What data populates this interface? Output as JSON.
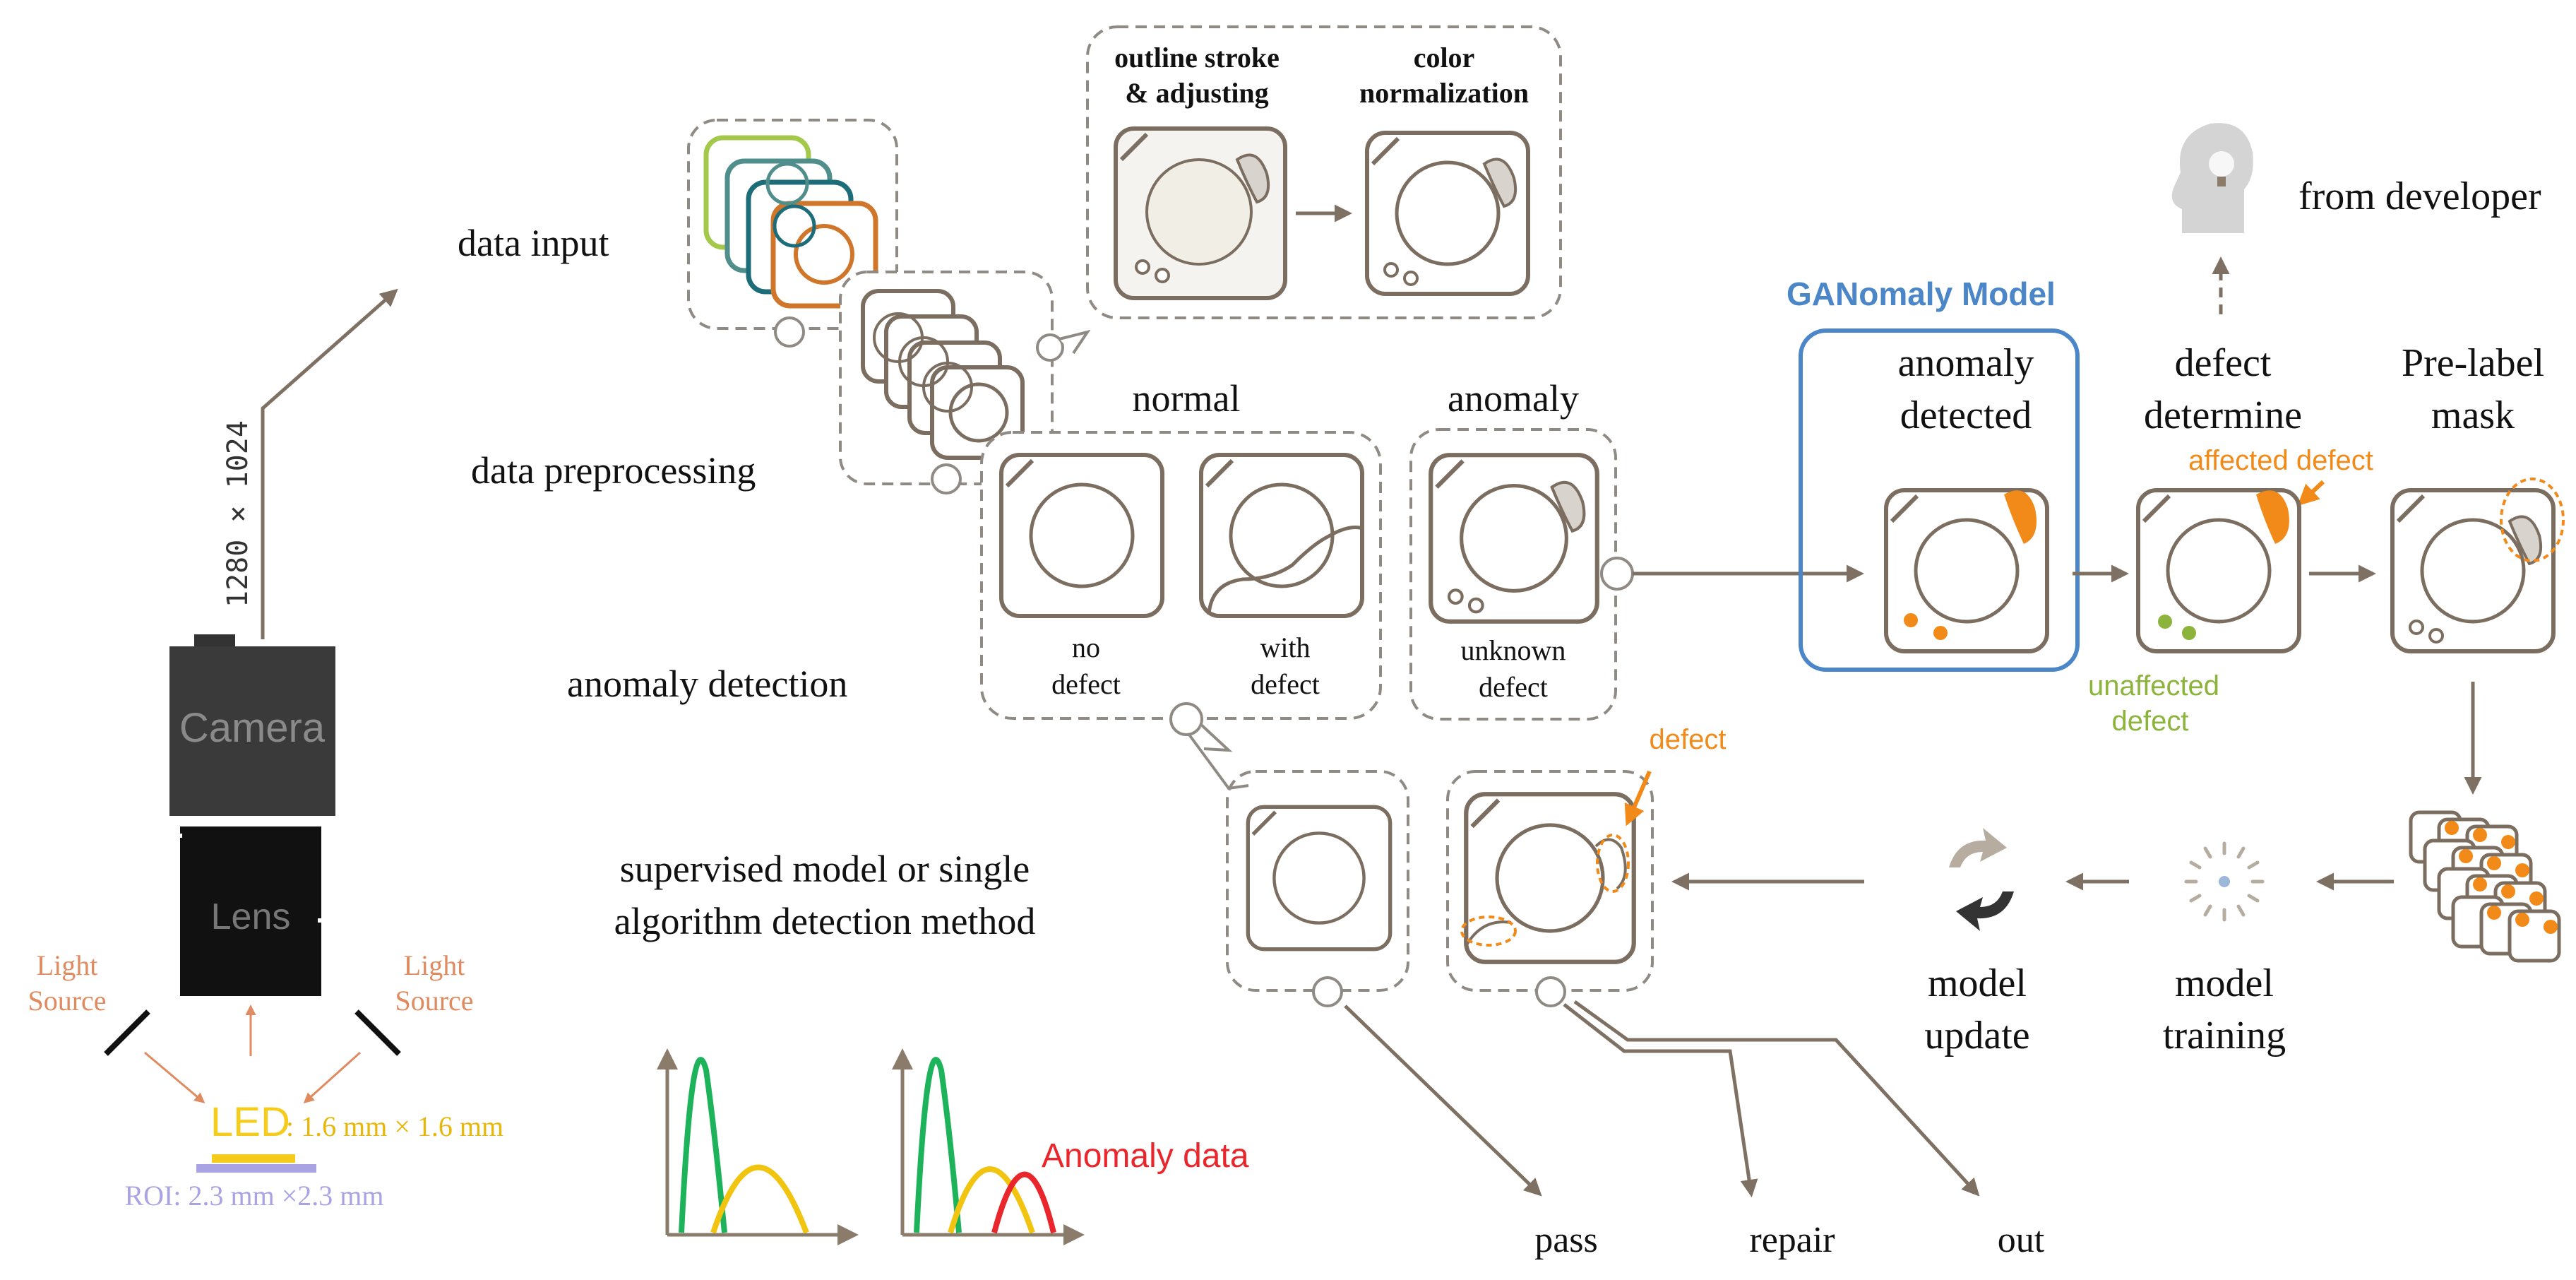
{
  "stages": {
    "data_input": "data input",
    "data_preprocessing": "data preprocessing",
    "anomaly_detection": "anomaly detection",
    "supervised_line1": "supervised model or single",
    "supervised_line2": "algorithm detection method"
  },
  "preprocess": {
    "outline_line1": "outline stroke",
    "outline_line2": "& adjusting",
    "color_line1": "color",
    "color_line2": "normalization"
  },
  "categories": {
    "normal": "normal",
    "anomaly": "anomaly",
    "no_defect_1": "no",
    "no_defect_2": "defect",
    "with_defect_1": "with",
    "with_defect_2": "defect",
    "unknown_1": "unknown",
    "unknown_2": "defect"
  },
  "model": {
    "ganomaly_title": "GANomaly Model",
    "anomaly_detected_1": "anomaly",
    "anomaly_detected_2": "detected",
    "defect_determine_1": "defect",
    "defect_determine_2": "determine",
    "affected_defect": "affected defect",
    "unaffected_1": "unaffected",
    "unaffected_2": "defect",
    "prelabel_1": "Pre-label",
    "prelabel_2": "mask",
    "from_developer": "from developer",
    "model_training_1": "model",
    "model_training_2": "training",
    "model_update_1": "model",
    "model_update_2": "update",
    "defect_label": "defect"
  },
  "outputs": {
    "pass": "pass",
    "repair": "repair",
    "out": "out"
  },
  "hardware": {
    "camera": "Camera",
    "lens": "Lens",
    "resolution": "1280 × 1024",
    "light_left_1": "Light",
    "light_left_2": "Source",
    "light_right_1": "Light",
    "light_right_2": "Source",
    "led_label": "LED",
    "led_size": ": 1.6 mm × 1.6 mm",
    "roi": "ROI: 2.3 mm ×2.3 mm"
  },
  "legend": {
    "anomaly_data": "Anomaly data"
  },
  "colors": {
    "ganomaly_blue": "#4a86c8",
    "defect_orange": "#f28a1a",
    "unaffected_green": "#8cb43c",
    "anomaly_red": "#e8262b",
    "curve_green": "#1db35a",
    "curve_yellow": "#f1c40f",
    "light_source": "#e08a60",
    "led_yellow": "#f5cc1b",
    "roi_lavender": "#a9a3e3"
  },
  "icons": [
    "camera-icon",
    "lens-icon",
    "lightbulb-head-icon",
    "refresh-icon",
    "spinner-icon",
    "image-stack-icon"
  ]
}
